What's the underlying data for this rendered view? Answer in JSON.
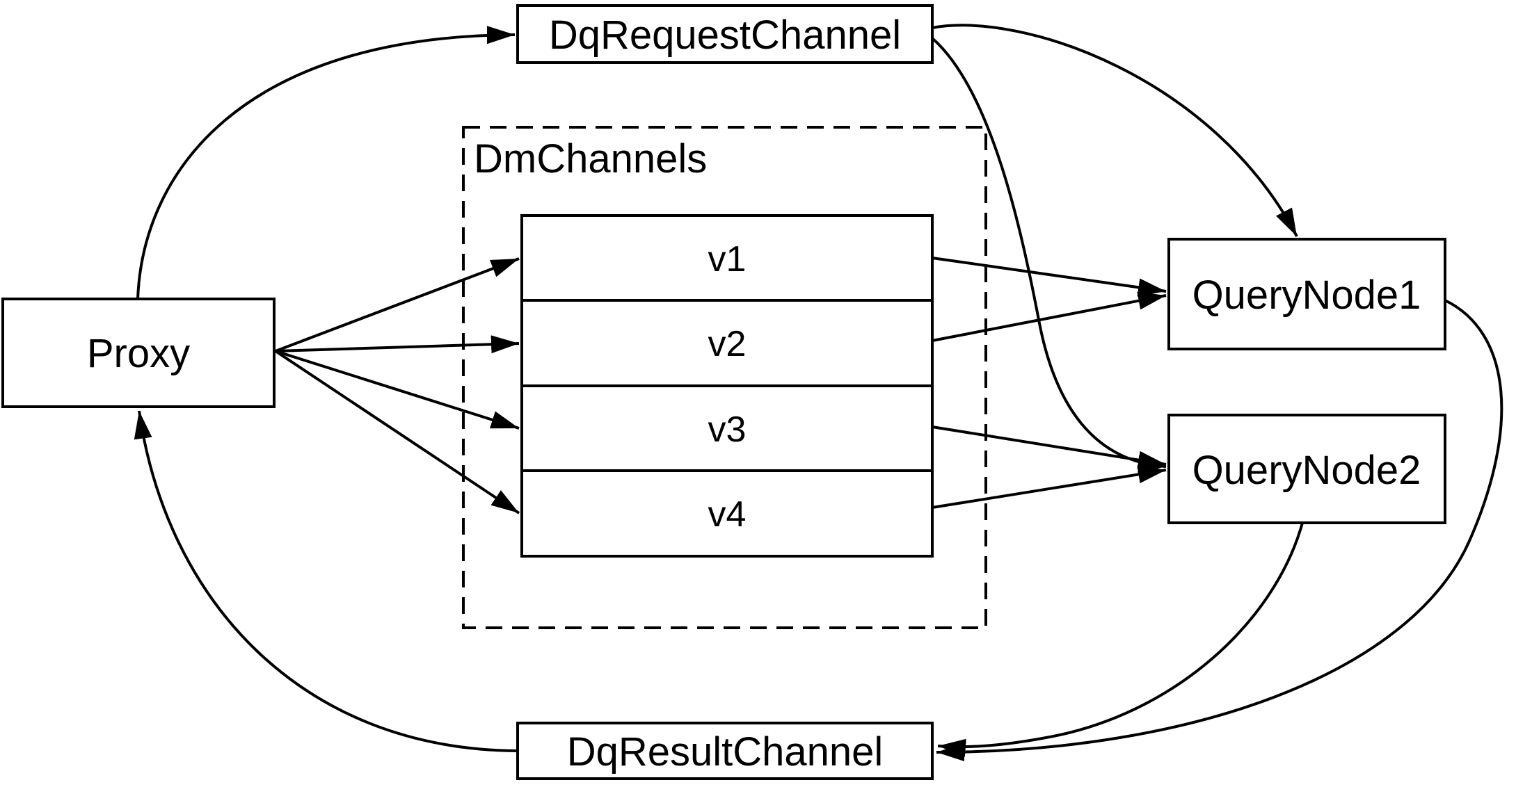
{
  "diagram": {
    "background": "#ffffff",
    "stroke_color": "#000000",
    "nodes": {
      "proxy": {
        "label": "Proxy"
      },
      "dq_request_channel": {
        "label": "DqRequestChannel"
      },
      "dm_channels": {
        "label": "DmChannels",
        "channels": [
          "v1",
          "v2",
          "v3",
          "v4"
        ]
      },
      "query_node_1": {
        "label": "QueryNode1"
      },
      "query_node_2": {
        "label": "QueryNode2"
      },
      "dq_result_channel": {
        "label": "DqResultChannel"
      }
    },
    "edges": [
      {
        "from": "Proxy",
        "to": "DqRequestChannel"
      },
      {
        "from": "Proxy",
        "to": "v1"
      },
      {
        "from": "Proxy",
        "to": "v2"
      },
      {
        "from": "Proxy",
        "to": "v3"
      },
      {
        "from": "Proxy",
        "to": "v4"
      },
      {
        "from": "v1",
        "to": "QueryNode1"
      },
      {
        "from": "v2",
        "to": "QueryNode1"
      },
      {
        "from": "v3",
        "to": "QueryNode2"
      },
      {
        "from": "v4",
        "to": "QueryNode2"
      },
      {
        "from": "DqRequestChannel",
        "to": "QueryNode1"
      },
      {
        "from": "DqRequestChannel",
        "to": "QueryNode2"
      },
      {
        "from": "QueryNode1",
        "to": "DqResultChannel"
      },
      {
        "from": "QueryNode2",
        "to": "DqResultChannel"
      },
      {
        "from": "DqResultChannel",
        "to": "Proxy"
      }
    ]
  }
}
